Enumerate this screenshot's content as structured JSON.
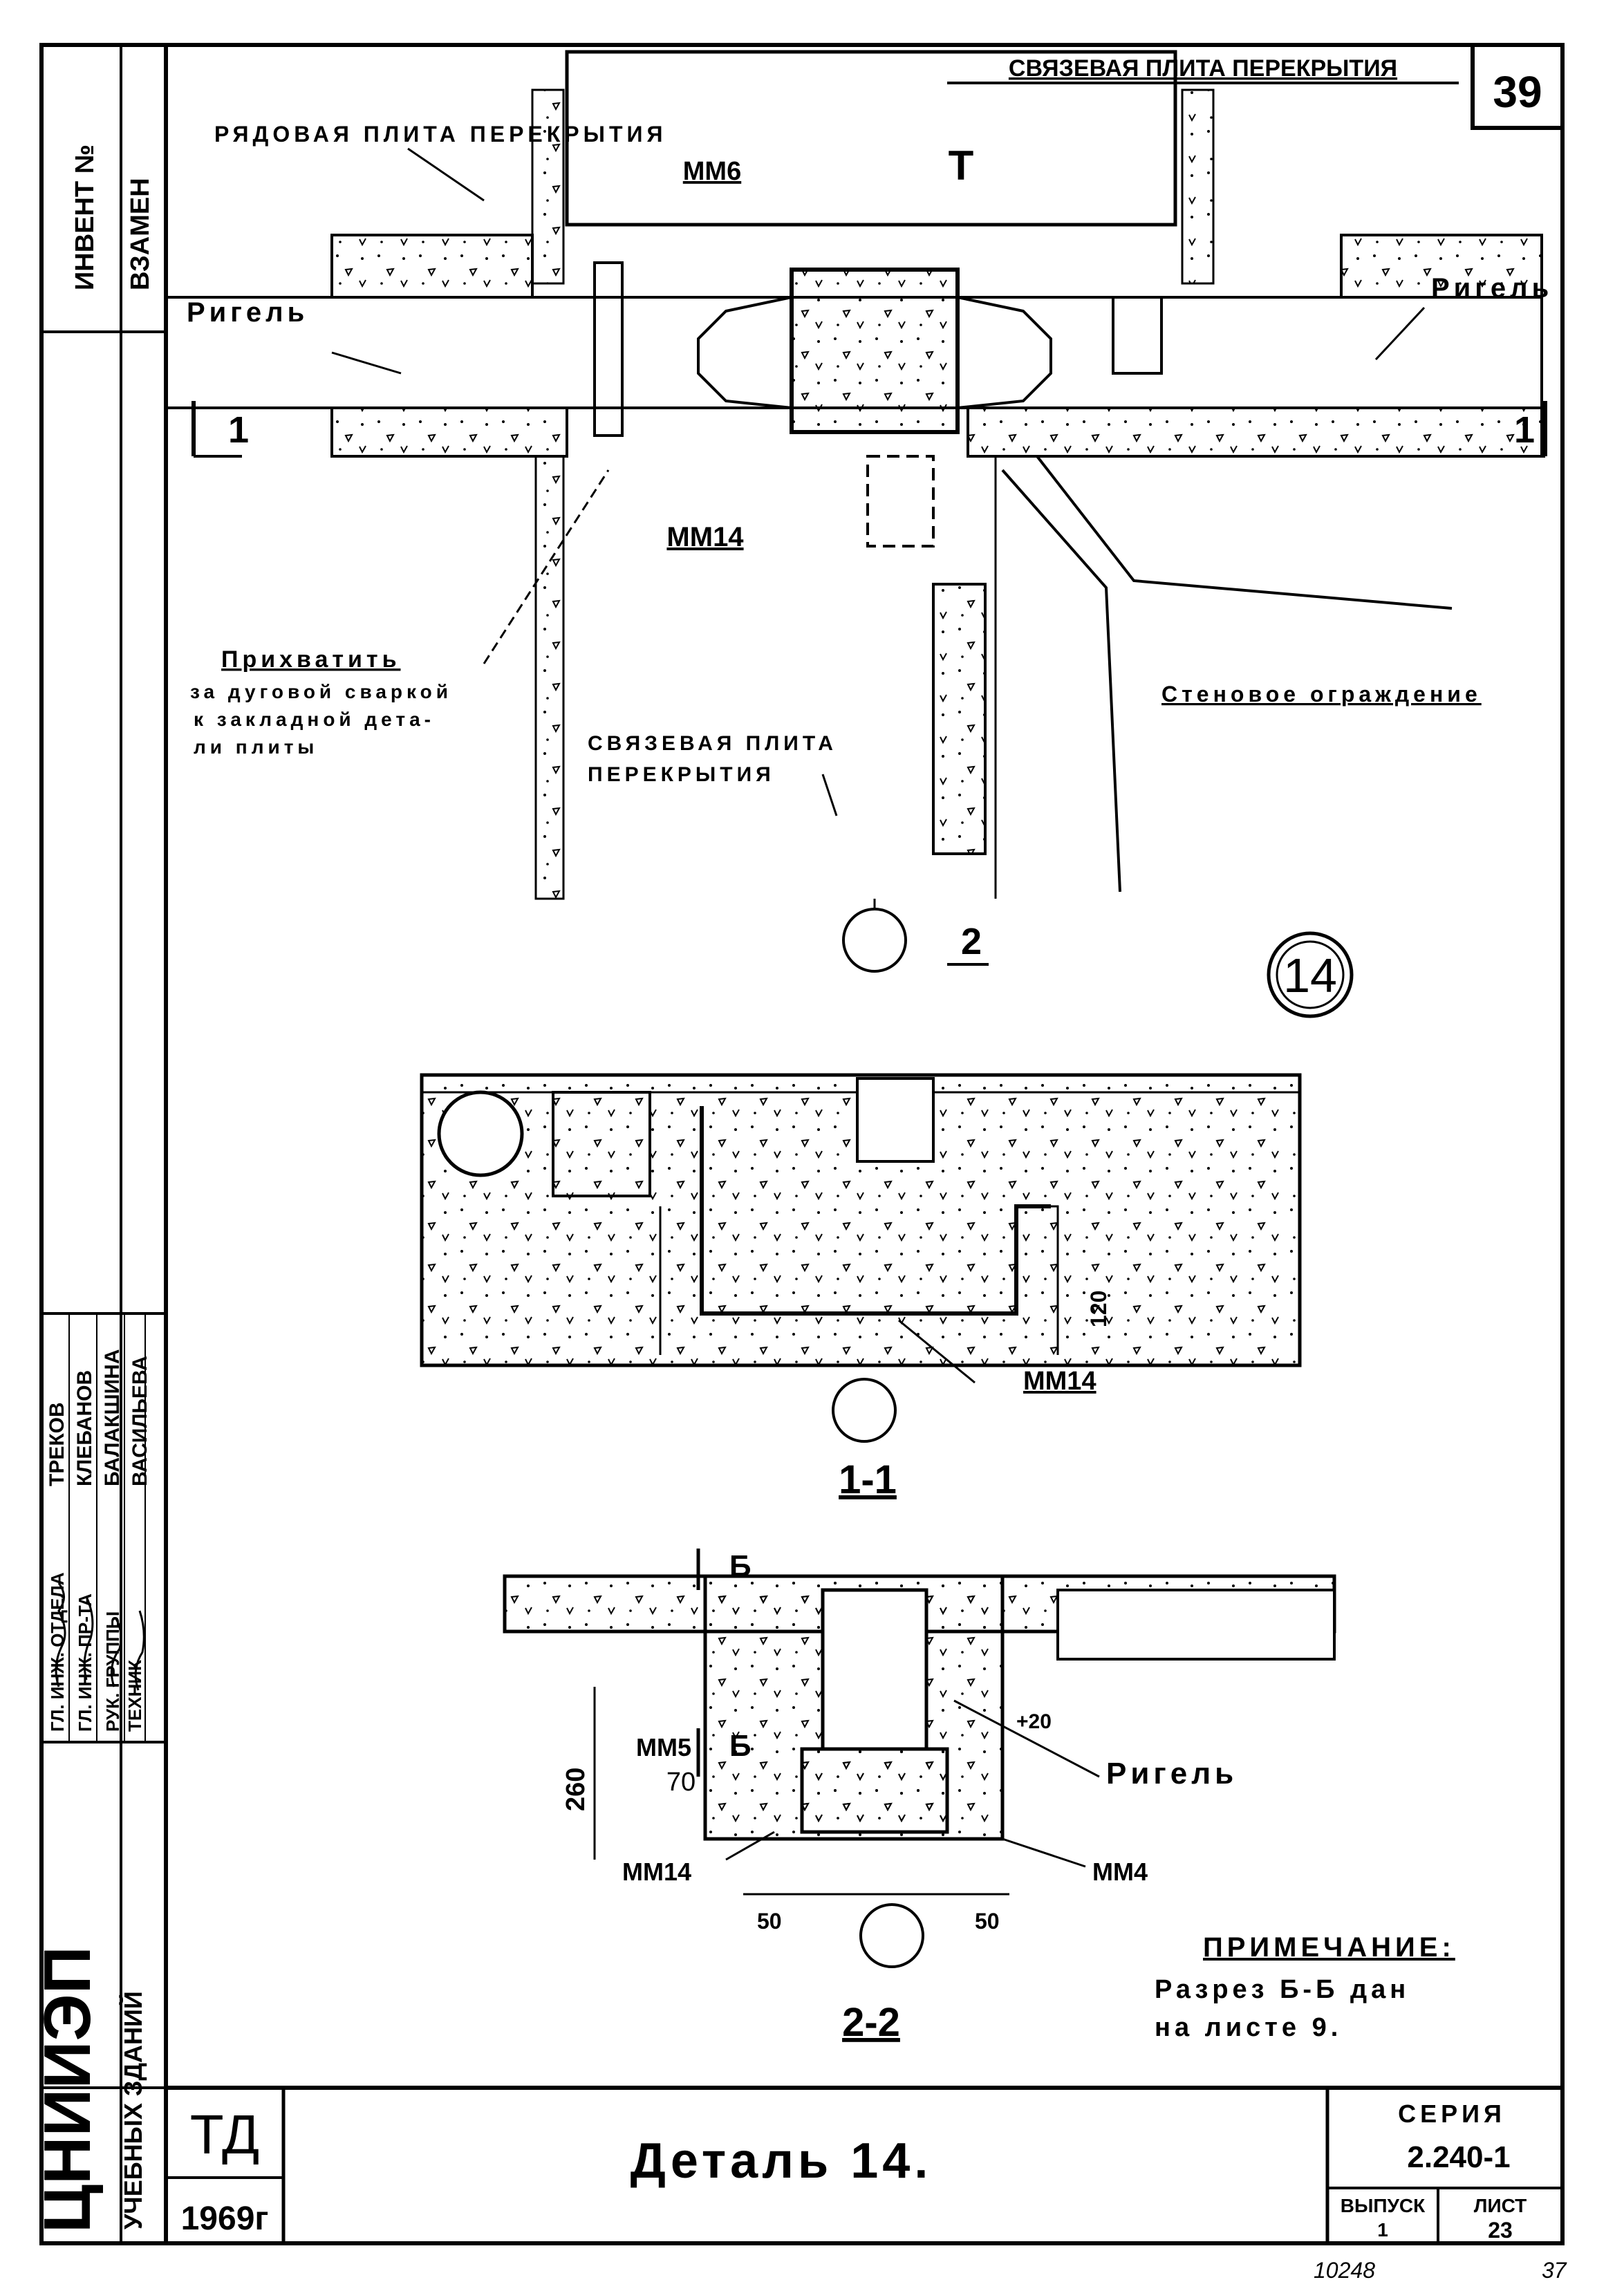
{
  "title_block": {
    "sheet_no": "39",
    "org": "ЦНИИЭП",
    "org_sub": "УЧЕБНЫХ ЗДАНИЙ",
    "code": "ТД",
    "year": "1969г",
    "detail_title": "Деталь 14.",
    "series_label": "СЕРИЯ",
    "series_value": "2.240-1",
    "issue_label": "ВЫПУСК",
    "issue_value": "1",
    "sheet_label": "ЛИСТ",
    "sheet_value": "23",
    "inv_no": "10248",
    "page_no": "37"
  },
  "side_stamp": {
    "inv_label": "ИНВЕНТ №",
    "replace_label": "ВЗАМЕН",
    "roles": [
      "ГЛ. ИНЖ. ОТДЕЛА",
      "ГЛ. ИНЖ. ПР-ТА",
      "РУК. ГРУППЫ",
      "ТЕХНИК"
    ],
    "names": [
      "ТРЕКОВ",
      "КЛЕБАНОВ",
      "БАЛАКШИНА",
      "ВАСИЛЬЕВА"
    ]
  },
  "plan_view": {
    "top_title": "СВЯЗЕВАЯ ПЛИТА ПЕРЕКРЫТИЯ",
    "label_rowing_slab": "РЯДОВАЯ ПЛИТА ПЕРЕКРЫТИЯ",
    "label_mm6": "ММ6",
    "label_t": "Т",
    "label_rigel_left": "Ригель",
    "label_rigel_right": "Ригель",
    "section_1_left": "1",
    "section_1_right": "1",
    "label_mm14": "ММ14",
    "label_weld_1": "Прихватить",
    "label_weld_2": "за дуговой сваркой",
    "label_weld_3": "к закладной дета-",
    "label_weld_4": "ли плиты",
    "label_bond_slab": "Связевая плита перекрытия",
    "label_wall": "Стеновое ограждение",
    "section_2": "2",
    "detail_no": "14"
  },
  "section_1_1": {
    "label_mm14": "ММ14",
    "dim_120": "120",
    "title": "1-1"
  },
  "section_2_2": {
    "section_b_top": "Б",
    "section_b_bottom": "Б",
    "label_mm5": "ММ5",
    "dim_260": "260",
    "dim_70": "70",
    "dim_20": "+20",
    "label_rigel": "Ригель",
    "label_mm14": "ММ14",
    "label_mm4": "ММ4",
    "dim_50_left": "50",
    "dim_50_right": "50",
    "title": "2-2"
  },
  "note": {
    "title": "ПРИМЕЧАНИЕ:",
    "line1": "Разрез Б-Б дан",
    "line2": "на листе 9."
  }
}
